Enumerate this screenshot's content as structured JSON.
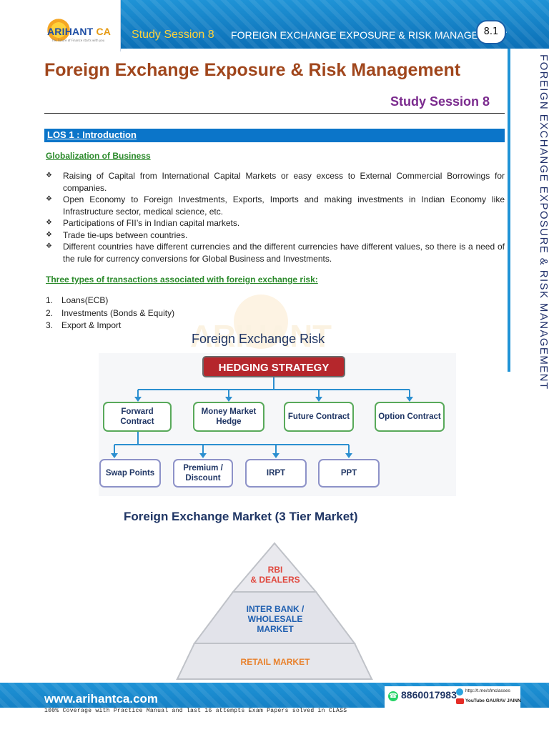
{
  "header": {
    "logo_text_main": "ARIHANT",
    "logo_text_ca": "CA",
    "logo_tagline": "The Future of Finance starts with you",
    "session": "Study Session 8",
    "title": "FOREIGN EXCHANGE EXPOSURE & RISK MANAGEMENT",
    "page_number": "8.1"
  },
  "side_tab": {
    "text": "FOREIGN EXCHANGE EXPOSURE & RISK MANAGEMENT"
  },
  "main": {
    "title": "Foreign Exchange Exposure & Risk Management",
    "subtitle": "Study Session 8",
    "los_label": "LOS 1 : Introduction",
    "globalization_heading": "Globalization of Business",
    "bullets": [
      "Raising of Capital from International Capital Markets or easy excess to External Commercial Borrowings for companies.",
      "Open Economy to Foreign Investments, Exports, Imports and making investments in Indian Economy like Infrastructure sector, medical science, etc.",
      "Participations of FII’s in Indian capital markets.",
      "Trade tie-ups between countries.",
      "Different countries have different currencies and the different currencies have different values, so there is a need of the rule for currency conversions for Global Business and Investments."
    ],
    "types_heading": "Three types of transactions associated with foreign exchange risk:",
    "types": [
      {
        "num": "1.",
        "text": "Loans(ECB)"
      },
      {
        "num": "2.",
        "text": "Investments (Bonds & Equity)"
      },
      {
        "num": "3.",
        "text": "Export & Import"
      }
    ]
  },
  "hedging": {
    "title": "Foreign Exchange Risk",
    "root": "HEDGING STRATEGY",
    "level1": [
      "Forward Contract",
      "Money Market Hedge",
      "Future Contract",
      "Option Contract"
    ],
    "level2": [
      "Swap Points",
      "Premium / Discount",
      "IRPT",
      "PPT"
    ],
    "colors": {
      "root": "#b5272c",
      "level1_border": "#58a95a",
      "level2_border": "#8d92c8",
      "arrow": "#2b8fd0"
    }
  },
  "market": {
    "title": "Foreign Exchange Market (3 Tier Market)",
    "tiers": [
      {
        "label": "RBI\n& DEALERS",
        "color": "#e0483e"
      },
      {
        "label": "INTER BANK /\nWHOLESALE\nMARKET",
        "color": "#1f5fb0"
      },
      {
        "label": "RETAIL MARKET",
        "color": "#e8812c"
      }
    ]
  },
  "watermark": "ARIHANT",
  "footer": {
    "url": "www.arihantca.com",
    "note": "100% Coverage with Practice Manual and last 16 attempts Exam Papers solved in CLASS",
    "phone": "8860017983",
    "telegram": "http://t.me/sfmclasses",
    "youtube": "YouTube GAURAV JAINN"
  }
}
